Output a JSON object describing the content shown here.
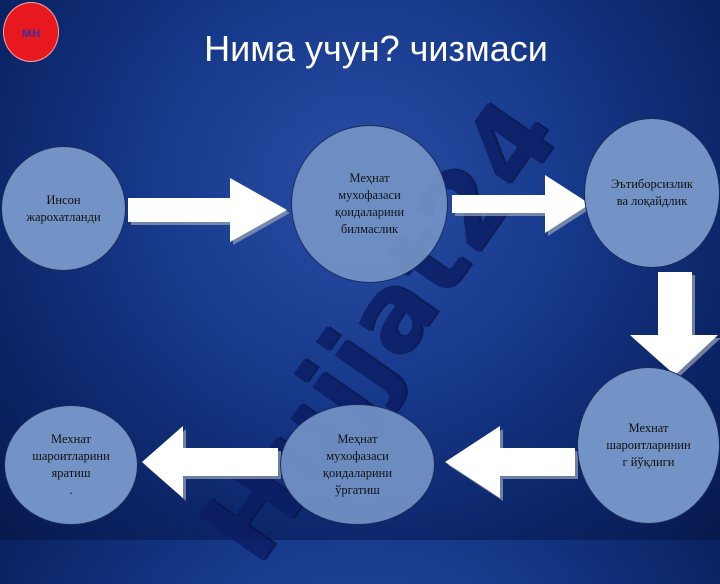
{
  "badge": {
    "label": "мн"
  },
  "title": "Нима учун? чизмаси",
  "watermark": "Hujjat24",
  "nodes": [
    {
      "id": "n1",
      "label": "Инсон\nжарохатланди"
    },
    {
      "id": "n2",
      "label": "Меҳнат\nмухофазаси\nқоидаларини\nбилмаслик"
    },
    {
      "id": "n3",
      "label": "Эътиборсизлик\nва лоқайдлик"
    },
    {
      "id": "n4",
      "label": "Мехнат\nшароитларинин\nг йўқлиги"
    },
    {
      "id": "n5",
      "label": "Меҳнат\nмухофазаси\nқоидаларини\nўргатиш"
    },
    {
      "id": "n6",
      "label": "Мехнат\nшароитларини\nяратиш\n."
    }
  ],
  "colors": {
    "node_fill": "#7393c6",
    "arrow_fill": "#ffffff",
    "badge": "#e8191e"
  }
}
